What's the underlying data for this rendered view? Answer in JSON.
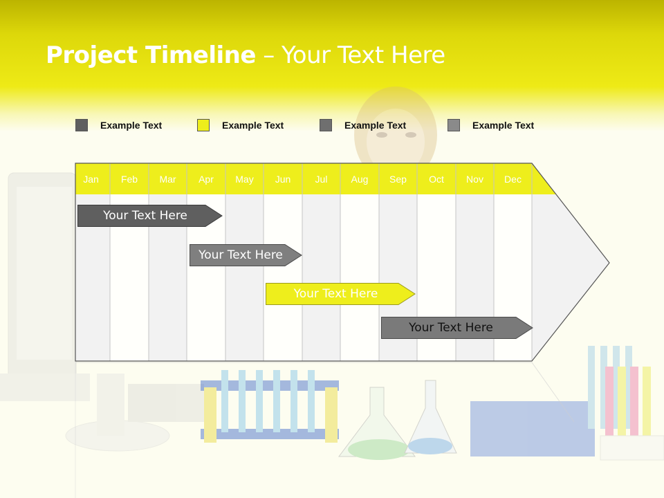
{
  "slide": {
    "title_bold": "Project Timeline",
    "title_rest": " – Your Text Here"
  },
  "legend": [
    {
      "label": "Example Text",
      "color": "#5f5f5f"
    },
    {
      "label": "Example Text",
      "color": "#eeee1c"
    },
    {
      "label": "Example Text",
      "color": "#6f6f6f"
    },
    {
      "label": "Example Text",
      "color": "#8a8a8a"
    }
  ],
  "months": [
    "Jan",
    "Feb",
    "Mar",
    "Apr",
    "May",
    "Jun",
    "Jul",
    "Aug",
    "Sep",
    "Oct",
    "Nov",
    "Dec"
  ],
  "tasks": [
    {
      "label": "Your  Text Here",
      "color": "#5f5f5f",
      "text_color": "#ffffff"
    },
    {
      "label": "Your  Text Here",
      "color": "#7f7f7f",
      "text_color": "#ffffff"
    },
    {
      "label": "Your  Text Here",
      "color": "#eeee1c",
      "text_color": "#ffffff"
    },
    {
      "label": "Your  Text Here",
      "color": "#7a7a7a",
      "text_color": "#111111"
    }
  ],
  "colors": {
    "accent_yellow": "#eeee1c",
    "grid_line": "#bbbbbb"
  }
}
